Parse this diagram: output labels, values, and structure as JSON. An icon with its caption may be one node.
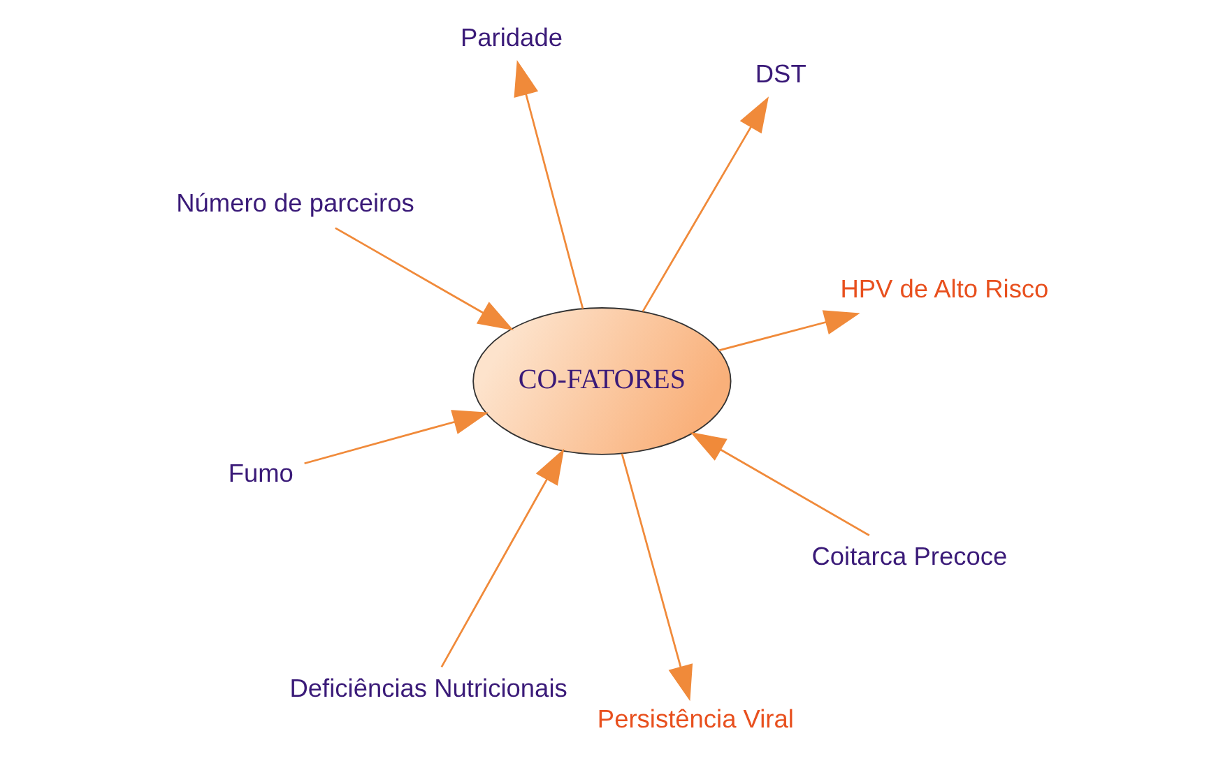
{
  "diagram": {
    "nodes": [
      {
        "text": [
          "CO-FATORES"
        ]
      },
      {
        "text": [
          "HPV de Alto Risco"
        ]
      },
      {
        "text": [
          "Deficiências Nutricionais"
        ]
      },
      {
        "text": [
          "Número de parceiros"
        ]
      },
      {
        "text": [
          "DST"
        ]
      },
      {
        "text": [
          "Paridade"
        ]
      },
      {
        "text": [
          "Fumo"
        ]
      },
      {
        "text": [
          "Coitarca Precoce"
        ]
      },
      {
        "text": [
          "Persistência Viral"
        ]
      }
    ],
    "edges": [
      {
        "from": 0,
        "to": 1,
        "arrow": "to"
      },
      {
        "from": 2,
        "to": 0,
        "arrow": "to"
      },
      {
        "from": 3,
        "to": 0,
        "arrow": "to"
      },
      {
        "from": 0,
        "to": 4,
        "arrow": "to"
      },
      {
        "from": 0,
        "to": 5,
        "arrow": "to"
      },
      {
        "from": 6,
        "to": 0,
        "arrow": "to"
      },
      {
        "from": 7,
        "to": 0,
        "arrow": "to"
      },
      {
        "from": 0,
        "to": 8,
        "arrow": "to"
      }
    ]
  }
}
